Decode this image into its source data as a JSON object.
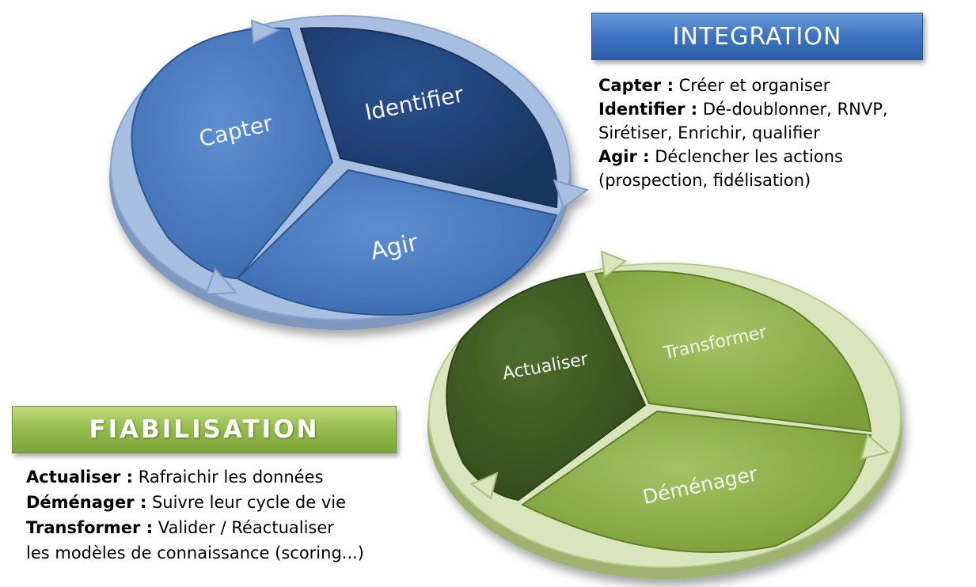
{
  "integration": {
    "title": "INTEGRATION",
    "segments": {
      "capter": "Capter",
      "identifier": "Identifier",
      "agir": "Agir"
    },
    "lines": [
      {
        "term": "Capter :",
        "text": " Créer et organiser"
      },
      {
        "term": "Identifier :",
        "text": " Dé-doublonner, RNVP,"
      },
      {
        "term": "",
        "text": "Sirétiser, Enrichir, qualifier"
      },
      {
        "term": "Agir :",
        "text": " Déclencher les actions"
      },
      {
        "term": "",
        "text": "(prospection, fidélisation)"
      }
    ],
    "colors": {
      "light": "#4a7cc0",
      "dark": "#1d3f72",
      "ring": "#a9bfe2"
    }
  },
  "fiabilisation": {
    "title": "FIABILISATION",
    "segments": {
      "actualiser": "Actualiser",
      "transformer": "Transformer",
      "demenager": "Déménager"
    },
    "lines": [
      {
        "term": "Actualiser :",
        "text": " Rafraichir les données"
      },
      {
        "term": "Déménager :",
        "text": " Suivre leur cycle de vie"
      },
      {
        "term": "Transformer :",
        "text": " Valider / Réactualiser"
      },
      {
        "term": "",
        "text": "les modèles de connaissance (scoring...)"
      }
    ],
    "colors": {
      "light": "#8db04a",
      "dark": "#3c5922",
      "ring": "#dbe5bd"
    }
  }
}
